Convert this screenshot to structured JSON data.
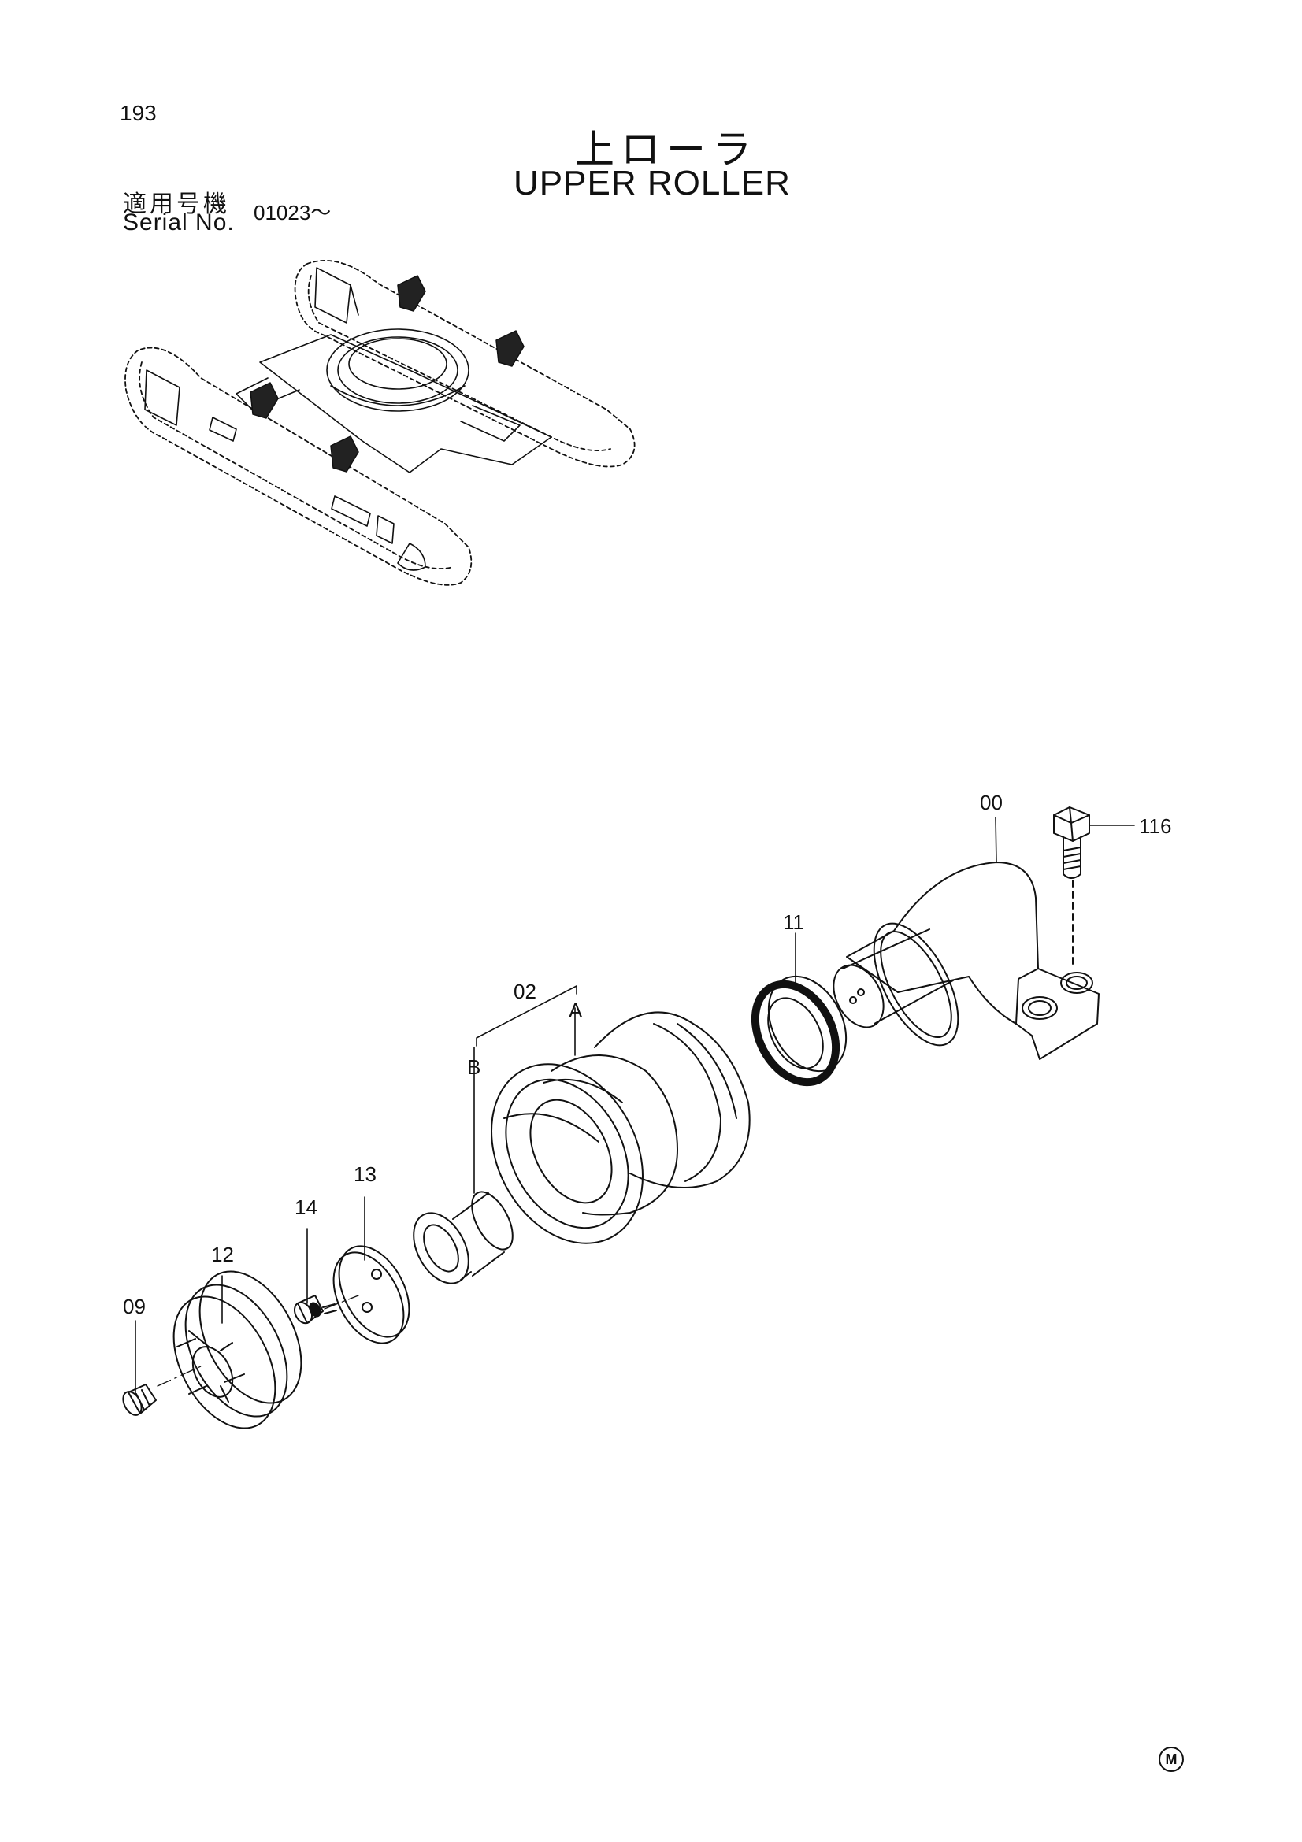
{
  "header": {
    "page_number": "193",
    "title_ja": "上ローラ",
    "title_en": "UPPER ROLLER",
    "serial_label_ja": "適用号機",
    "serial_label_en": "Serial No.",
    "serial_value": "01023～"
  },
  "callouts": {
    "p00": "00",
    "p116": "116",
    "p11": "11",
    "p02": "02",
    "pA": "A",
    "pB": "B",
    "p13": "13",
    "p14": "14",
    "p12": "12",
    "p09": "09"
  },
  "footer": {
    "mark": "M"
  }
}
